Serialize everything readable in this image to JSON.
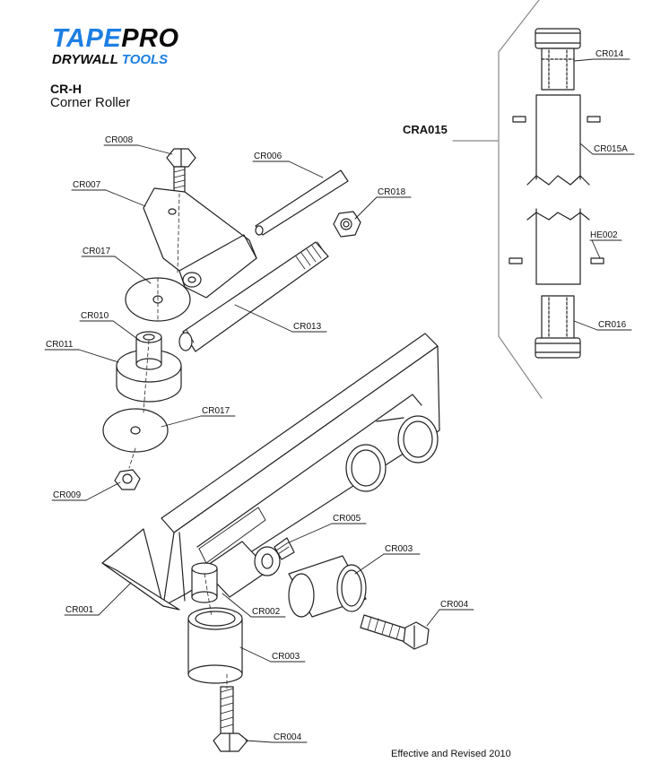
{
  "brand": {
    "word1": "TAPE",
    "word2": "PRO",
    "sub1": "DRYWALL",
    "sub2": "TOOLS"
  },
  "model": {
    "code": "CR-H",
    "name": "Corner Roller"
  },
  "assembly": {
    "code": "CRA015"
  },
  "parts": {
    "cr001": "CR001",
    "cr002": "CR002",
    "cr003a": "CR003",
    "cr003b": "CR003",
    "cr004a": "CR004",
    "cr004b": "CR004",
    "cr005": "CR005",
    "cr006": "CR006",
    "cr007": "CR007",
    "cr008": "CR008",
    "cr009": "CR009",
    "cr010": "CR010",
    "cr011": "CR011",
    "cr013": "CR013",
    "cr014": "CR014",
    "cr015a": "CR015A",
    "cr016": "CR016",
    "cr017a": "CR017",
    "cr017b": "CR017",
    "cr018": "CR018",
    "he002": "HE002"
  },
  "footer": "Effective and Revised 2010"
}
